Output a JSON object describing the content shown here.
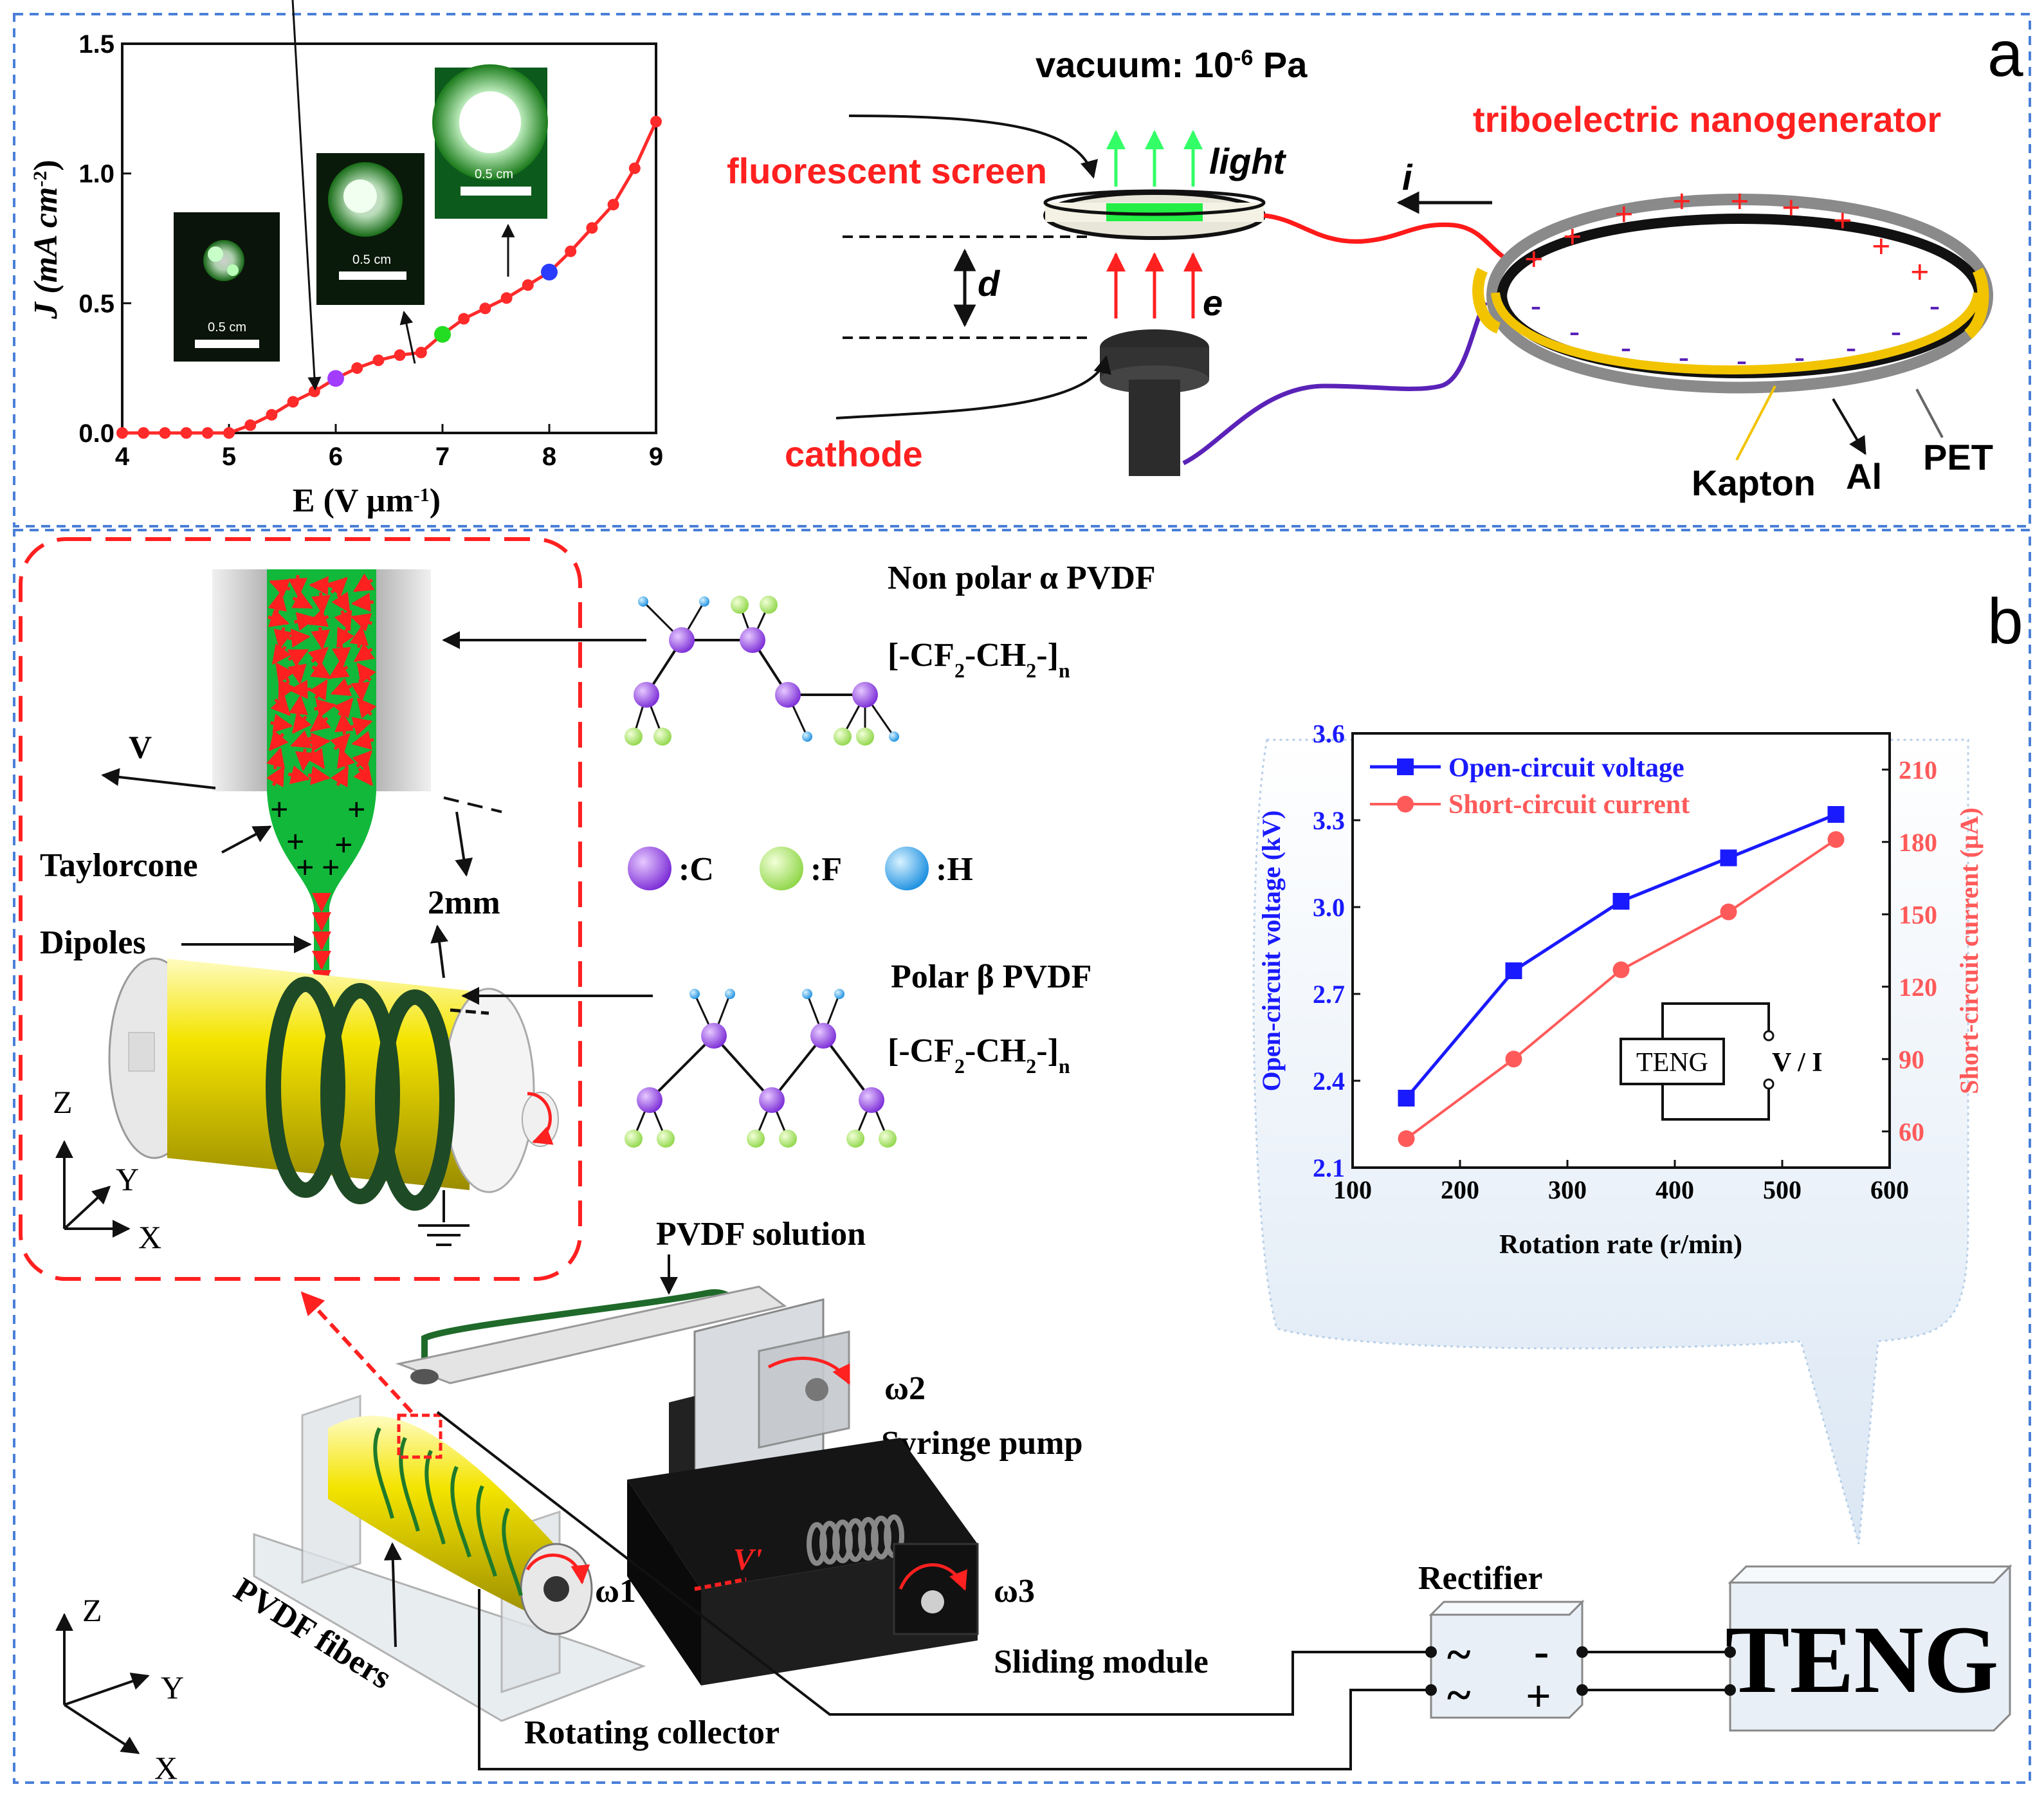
{
  "panel_a": {
    "label": "a",
    "vacuum_label": "vacuum: 10",
    "vacuum_exp": "-6",
    "vacuum_unit": " Pa",
    "teng_label": "triboelectric nanogenerator",
    "screen_label": "fluorescent screen",
    "light_label": "light",
    "i_label": "i",
    "d_label": "d",
    "e_label": "e",
    "cathode_label": "cathode",
    "kapton_label": "Kapton",
    "al_label": "Al",
    "pet_label": "PET",
    "inset_scale": "0.5 cm"
  },
  "panel_b": {
    "label": "b",
    "v_label": "V",
    "taylorcone": "Taylorcone",
    "dipoles": "Dipoles",
    "mm_label": "2mm",
    "nonpolar_title": "Non polar  α PVDF",
    "polar_title": "Polar  β  PVDF",
    "formula_main": "[-CF",
    "formula_sub2": "2",
    "formula_mid": "-CH",
    "formula_end": "-]",
    "formula_n": "n",
    "legend_c": ":C",
    "legend_f": ":F",
    "legend_h": ":H",
    "axis_z": "Z",
    "axis_y": "Y",
    "axis_x": "X",
    "pvdf_solution": "PVDF solution",
    "omega2": "ω2",
    "syringe_pump": "Syringe pump",
    "omega1": "ω1",
    "omega3": "ω3",
    "sliding_module": "Sliding module",
    "pvdf_fibers": "PVDF  fibers",
    "rotating_collector": "Rotating collector",
    "rectifier": "Rectifier",
    "teng": "TENG",
    "v_prime": "V'",
    "tilde": "~",
    "minus": "-",
    "plus": "+"
  },
  "chart_data": [
    {
      "type": "line",
      "x": [
        4.0,
        4.2,
        4.4,
        4.6,
        4.8,
        5.0,
        5.2,
        5.4,
        5.6,
        5.8,
        6.0,
        6.2,
        6.4,
        6.6,
        6.8,
        7.0,
        7.2,
        7.4,
        7.6,
        7.8,
        8.0,
        8.2,
        8.4,
        8.6,
        8.8,
        9.0
      ],
      "series": [
        {
          "values": [
            0.0,
            0.0,
            0.0,
            0.0,
            0.0,
            0.0,
            0.03,
            0.07,
            0.12,
            0.16,
            0.21,
            0.25,
            0.28,
            0.3,
            0.31,
            0.38,
            0.44,
            0.48,
            0.52,
            0.57,
            0.62,
            0.7,
            0.79,
            0.88,
            1.02,
            1.2
          ],
          "color": "#ff2a2a"
        }
      ],
      "highlight_points": [
        {
          "x": 6.0,
          "y": 0.21,
          "color": "#a23cff"
        },
        {
          "x": 7.0,
          "y": 0.38,
          "color": "#22dd22"
        },
        {
          "x": 8.0,
          "y": 0.62,
          "color": "#2a3cff"
        }
      ],
      "xlabel": "E (V µm",
      "xlabel_exp": "-1",
      "xlabel_end": ")",
      "ylabel": "J (mA cm",
      "ylabel_exp": "-2",
      "ylabel_end": ")",
      "xlim": [
        4,
        9
      ],
      "ylim": [
        0.0,
        1.5
      ],
      "xticks": [
        "4",
        "5",
        "6",
        "7",
        "8",
        "9"
      ],
      "yticks": [
        "0.0",
        "0.5",
        "1.0",
        "1.5"
      ]
    },
    {
      "type": "line",
      "x": [
        150,
        250,
        350,
        450,
        550
      ],
      "series": [
        {
          "name": "Open-circuit voltage",
          "values": [
            2.34,
            2.78,
            3.02,
            3.17,
            3.32
          ],
          "color": "#1a1aff",
          "marker": "square",
          "axis": "left"
        },
        {
          "name": "Short-circuit current",
          "values": [
            57,
            90,
            127,
            151,
            181
          ],
          "color": "#ff5a5a",
          "marker": "circle",
          "axis": "right"
        }
      ],
      "xlabel": "Rotation rate (r/min)",
      "ylabel": "Open-circuit voltage (kV)",
      "ylabel_right": "Short-circuit current (μA)",
      "xlim": [
        100,
        600
      ],
      "ylim": [
        2.1,
        3.6
      ],
      "ylim_right": [
        45,
        225
      ],
      "xticks": [
        "100",
        "200",
        "300",
        "400",
        "500",
        "600"
      ],
      "yticks": [
        "2.1",
        "2.4",
        "2.7",
        "3.0",
        "3.3",
        "3.6"
      ],
      "yticks_right": [
        "60",
        "90",
        "120",
        "150",
        "180",
        "210"
      ],
      "inset_teng": "TENG",
      "inset_vi": "V / I",
      "legend_placement": "top-left"
    }
  ]
}
